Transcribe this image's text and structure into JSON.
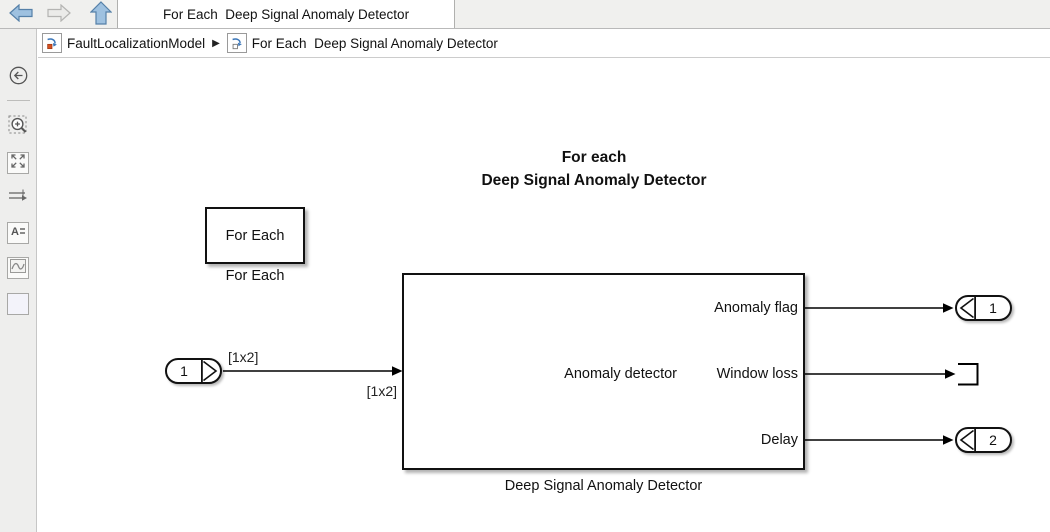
{
  "tab_bar": {
    "tab": "For Each  Deep Signal Anomaly Detector"
  },
  "breadcrumb": {
    "separator": "▶",
    "items": [
      {
        "label": "FaultLocalizationModel",
        "icon": "simulink-model-icon"
      },
      {
        "label": "For Each  Deep Signal Anomaly Detector",
        "icon": "subsystem-icon"
      }
    ]
  },
  "sidebar": {
    "icons": [
      "hide-explorer-bar-icon",
      "marquee-zoom-icon",
      "fit-to-view-icon",
      "signal-lines-icon",
      "annotation-icon",
      "viewer-icon",
      "zoom-area-icon"
    ]
  },
  "canvas": {
    "title_line1": "For each",
    "title_line2": "Deep Signal Anomaly Detector",
    "for_each_block": {
      "label": "For Each",
      "caption": "For Each"
    },
    "inport": {
      "number": "1"
    },
    "signal_label_top": "[1x2]",
    "signal_label_bottom": "[1x2]",
    "detector_block": {
      "label": "Anomaly detector",
      "port_labels": [
        "Anomaly flag",
        "Window loss",
        "Delay"
      ],
      "caption": "Deep Signal Anomaly Detector"
    },
    "outport1": {
      "number": "1"
    },
    "outport2": {
      "number": "2"
    }
  },
  "colors": {
    "toolbar_bg": "#f0f0ee",
    "canvas_bg": "#ffffff",
    "nav_arrow_blue": "#9ec1e0",
    "nav_arrow_border": "#5580a8",
    "block_border": "#111111",
    "navigate_down_badge": "#bbbbbb",
    "simulink_orange": "#d4501e"
  }
}
